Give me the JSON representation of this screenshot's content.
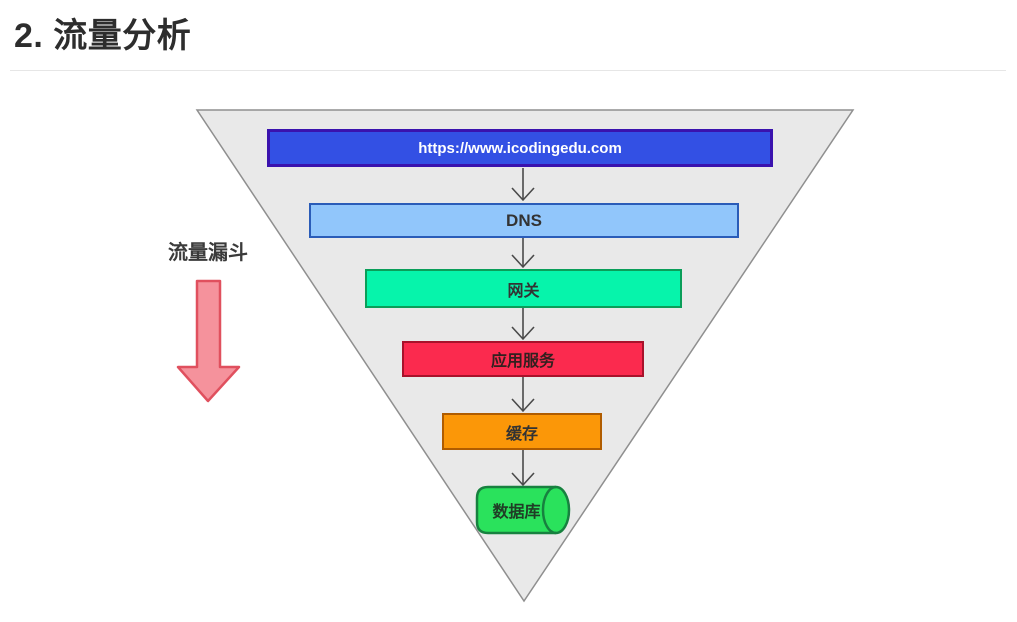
{
  "page": {
    "title": "2. 流量分析"
  },
  "funnel": {
    "side_label": "流量漏斗",
    "side_arrow": {
      "fill": "#f5929c",
      "border": "#e0505e"
    },
    "triangle": {
      "fill": "#e9e9e9",
      "border": "#8f8f8f"
    },
    "connector_color": "#4a4a4a",
    "layers": [
      {
        "label": "https://www.icodingedu.com",
        "fill": "#3350e4",
        "border": "#3a12ae",
        "text_color": "#ffffff"
      },
      {
        "label": "DNS",
        "fill": "#91c6fb",
        "border": "#2a5cb8",
        "text_color": "#333333"
      },
      {
        "label": "网关",
        "fill": "#06f4ab",
        "border": "#0a9e59",
        "text_color": "#333333"
      },
      {
        "label": "应用服务",
        "fill": "#fb2a4e",
        "border": "#a8122b",
        "text_color": "#33201f"
      },
      {
        "label": "缓存",
        "fill": "#fb9708",
        "border": "#b05c00",
        "text_color": "#333333"
      },
      {
        "label": "数据库",
        "fill": "#2ae25c",
        "border": "#17813f",
        "text_color": "#203d26"
      }
    ]
  }
}
